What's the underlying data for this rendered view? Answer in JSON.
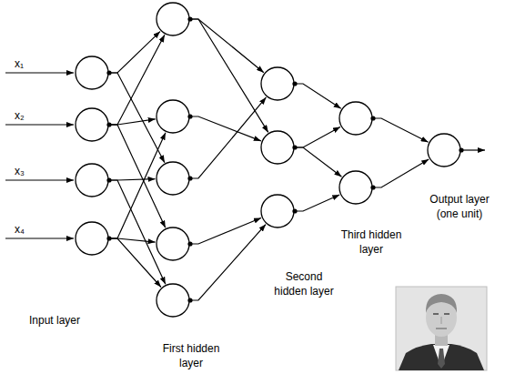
{
  "diagram": {
    "nodes": [
      {
        "text": []
      },
      {
        "text": []
      },
      {
        "text": []
      },
      {
        "text": []
      },
      {
        "text": []
      },
      {
        "text": []
      },
      {
        "text": []
      },
      {
        "text": []
      },
      {
        "text": []
      },
      {
        "text": []
      },
      {
        "text": []
      },
      {
        "text": []
      },
      {
        "text": []
      },
      {
        "text": []
      },
      {
        "text": []
      }
    ],
    "edges": [
      {
        "from": 0,
        "to": 4,
        "arrow": "to"
      },
      {
        "from": 1,
        "to": 4,
        "arrow": "to"
      },
      {
        "from": 1,
        "to": 5,
        "arrow": "to"
      },
      {
        "from": 3,
        "to": 5,
        "arrow": "to"
      },
      {
        "from": 0,
        "to": 6,
        "arrow": "to"
      },
      {
        "from": 2,
        "to": 6,
        "arrow": "to"
      },
      {
        "from": 1,
        "to": 7,
        "arrow": "to"
      },
      {
        "from": 3,
        "to": 7,
        "arrow": "to"
      },
      {
        "from": 2,
        "to": 8,
        "arrow": "to"
      },
      {
        "from": 3,
        "to": 8,
        "arrow": "to"
      },
      {
        "from": 4,
        "to": 9,
        "arrow": "to"
      },
      {
        "from": 6,
        "to": 9,
        "arrow": "to"
      },
      {
        "from": 4,
        "to": 10,
        "arrow": "to"
      },
      {
        "from": 5,
        "to": 10,
        "arrow": "to"
      },
      {
        "from": 7,
        "to": 11,
        "arrow": "to"
      },
      {
        "from": 8,
        "to": 11,
        "arrow": "to"
      },
      {
        "from": 9,
        "to": 12,
        "arrow": "to"
      },
      {
        "from": 10,
        "to": 12,
        "arrow": "to"
      },
      {
        "from": 10,
        "to": 13,
        "arrow": "to"
      },
      {
        "from": 11,
        "to": 13,
        "arrow": "to"
      },
      {
        "from": 12,
        "to": 14,
        "arrow": "to"
      },
      {
        "from": 13,
        "to": 14,
        "arrow": "to"
      }
    ],
    "labels": [
      "x₁",
      "x₂",
      "x₃",
      "x₄",
      "Input layer",
      "First hidden layer",
      "Second hidden layer",
      "Third hidden layer",
      "Output layer (one unit)"
    ]
  }
}
